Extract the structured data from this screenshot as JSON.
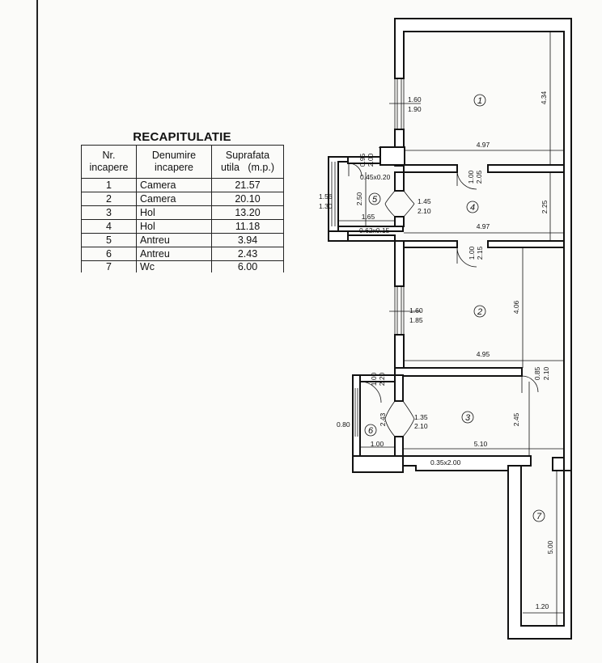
{
  "table": {
    "title": "RECAPITULATIE",
    "headers": [
      "Nr.\nincapere",
      "Denumire\nincapere",
      "Suprafata\nutila   (m.p.)"
    ],
    "rows": [
      [
        "1",
        "Camera",
        "21.57"
      ],
      [
        "2",
        "Camera",
        "20.10"
      ],
      [
        "3",
        "Hol",
        "13.20"
      ],
      [
        "4",
        "Hol",
        "11.18"
      ],
      [
        "5",
        "Antreu",
        "3.94"
      ],
      [
        "6",
        "Antreu",
        "2.43"
      ],
      [
        "7",
        "Wc",
        "6.00"
      ]
    ]
  },
  "plan": {
    "room_numbers": [
      "1",
      "2",
      "3",
      "4",
      "5",
      "6",
      "7"
    ],
    "dimensions": {
      "r1_width": "4.97",
      "r1_height": "4.34",
      "r1_window_top": "1.60",
      "r1_window_bottom": "1.90",
      "r4_width": "4.97",
      "r4_height": "2.25",
      "r4_door_top": "1.00",
      "r4_door_bottom": "2.05",
      "r5_window_top": "1.56",
      "r5_window_bottom": "1.30",
      "r5_height": "2.50",
      "r5_width": "1.65",
      "r5_door_top": "1.45",
      "r5_door_bottom": "2.10",
      "small_door_top": "0.95",
      "small_door_bottom": "2.00",
      "niche_a": "0.45x0.20",
      "niche_b": "0.62x0.15",
      "r2_door_top": "1.00",
      "r2_door_bottom": "2.15",
      "r2_window_top": "1.60",
      "r2_window_bottom": "1.85",
      "r2_height": "4.06",
      "r2_width": "4.95",
      "r7_door_top": "0.85",
      "r7_door_bottom": "2.10",
      "r6_door_top": "1.00",
      "r6_door_bottom": "2.20",
      "r6_height": "2.43",
      "r6_window": "0.80",
      "r6_width": "1.00",
      "r3_door_top": "1.35",
      "r3_door_bottom": "2.10",
      "r3_height": "2.45",
      "r3_width": "5.10",
      "niche_c": "0.35x2.00",
      "r7_height": "5.00",
      "r7_width": "1.20"
    }
  }
}
